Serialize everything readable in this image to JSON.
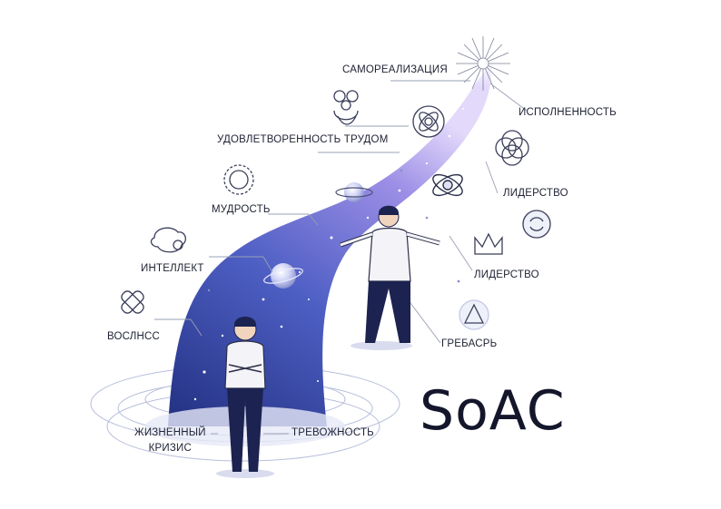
{
  "brand": {
    "text": "SoAC"
  },
  "labels": {
    "self_realization": "САМОРЕАЛИЗАЦИЯ",
    "fulfillment": "ИСПОЛНЕННОСТЬ",
    "job_satisfaction": "УДОВЛЕТВОРЕННОСТЬ ТРУДОМ",
    "leadership_top": "ЛИДЕРСТВО",
    "wisdom": "МУДРОСТЬ",
    "intellect": "ИНТЕЛЛЕКТ",
    "leadership_mid": "ЛИДЕРСТВО",
    "voslnss": "ВОСЛНСС",
    "grebasr": "ГРЕБАСРЬ",
    "life_crisis_line1": "ЖИЗНЕННЫЙ",
    "life_crisis_line2": "КРИЗИС",
    "anxiety": "ТРЕВОЖНОСТЬ"
  },
  "colors": {
    "path_bottom": "#2b3a8f",
    "path_mid": "#5b6fd0",
    "path_top": "#c9b8f2",
    "ink": "#1e2233",
    "line": "#9aa0b4",
    "shirt": "#f4f4f8",
    "pants": "#1c2350"
  },
  "icons": [
    "starburst-icon",
    "figure-in-hands-icon",
    "atom-knot-icon",
    "interlocked-rings-icon",
    "rosette-badge-icon",
    "orbit-sphere-icon",
    "crossed-rings-icon",
    "gear-brain-icon",
    "arrows-circle-icon",
    "crown-icon",
    "planet-icon",
    "bandage-cross-icon",
    "triangle-gem-icon"
  ]
}
